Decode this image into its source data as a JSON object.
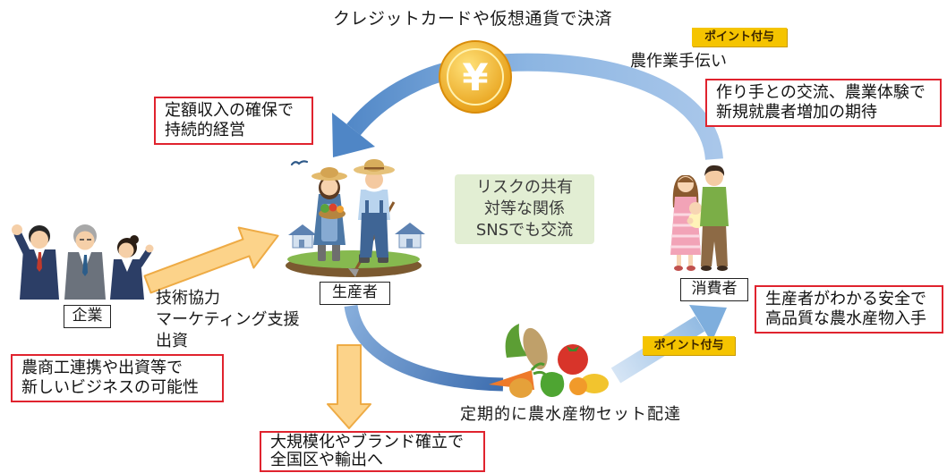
{
  "payment_label": "クレジットカードや仮想通貨で決済",
  "coin_symbol": "¥",
  "farm_help_label": "農作業手伝い",
  "badges": {
    "top": "ポイント付与",
    "bottom": "ポイント付与"
  },
  "boxes": {
    "fixed_income": [
      "定額収入の確保で",
      "持続的経営"
    ],
    "consumer_exchange": [
      "作り手との交流、農業体験で",
      "新規就農者増加の期待"
    ],
    "business_possibility": [
      "農商工連携や出資等で",
      "新しいビジネスの可能性"
    ],
    "safe_products": [
      "生産者がわかる安全で",
      "高品質な農水産物入手"
    ],
    "scale_up": [
      "大規模化やブランド確立で",
      "全国区や輸出へ"
    ]
  },
  "center_box": [
    "リスクの共有",
    "対等な関係",
    "SNSでも交流"
  ],
  "actors": {
    "producer": "生産者",
    "consumer": "消費者",
    "company": "企業"
  },
  "company_support": [
    "技術協力",
    "マーケティング支援",
    "出資"
  ],
  "delivery_label": "定期的に農水産物セット配達",
  "colors": {
    "highlight_border": "#e0232e",
    "badge_yellow": "#f5c400",
    "flow_blue": "#5b8dc9",
    "support_orange": "#fcd38a",
    "center_green": "#e2eed3",
    "coin_gold": "#f0b020"
  }
}
